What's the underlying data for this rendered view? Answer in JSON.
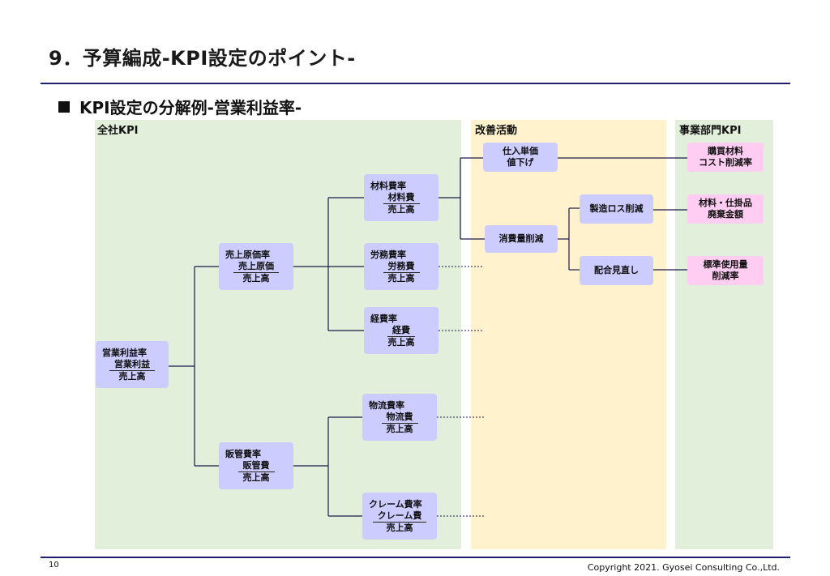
{
  "title": "9．予算編成-KPI設定のポイント-",
  "section": "KPI設定の分解例-営業利益率-",
  "panels": {
    "company": "全社KPI",
    "improvement": "改善活動",
    "division": "事業部門KPI"
  },
  "nodes": {
    "op_margin": {
      "title": "営業利益率",
      "num": "営業利益",
      "den": "売上高"
    },
    "cogs_ratio": {
      "title": "売上原価率",
      "num": "売上原価",
      "den": "売上高"
    },
    "sga_ratio": {
      "title": "販管費率",
      "num": "販管費",
      "den": "売上高"
    },
    "material_ratio": {
      "title": "材料費率",
      "num": "材料費",
      "den": "売上高"
    },
    "labor_ratio": {
      "title": "労務費率",
      "num": "労務費",
      "den": "売上高"
    },
    "expense_ratio": {
      "title": "経費率",
      "num": "経費",
      "den": "売上高"
    },
    "logistics_ratio": {
      "title": "物流費率",
      "num": "物流費",
      "den": "売上高"
    },
    "claim_ratio": {
      "title": "クレーム費率",
      "num": "クレーム費",
      "den": "売上高"
    }
  },
  "actions": {
    "purchase_price": "仕入単価\n値下げ",
    "consumption": "消費量削減",
    "loss_reduction": "製造ロス削減",
    "formula_review": "配合見直し"
  },
  "kpis": {
    "purchase_cost": "購買材料\nコスト削減率",
    "scrap_amount": "材料・仕掛品\n廃棄金額",
    "standard_usage": "標準使用量\n削減率"
  },
  "footer": {
    "page": "10",
    "copyright": "Copyright 2021. Gyosei Consulting Co.,Ltd."
  }
}
